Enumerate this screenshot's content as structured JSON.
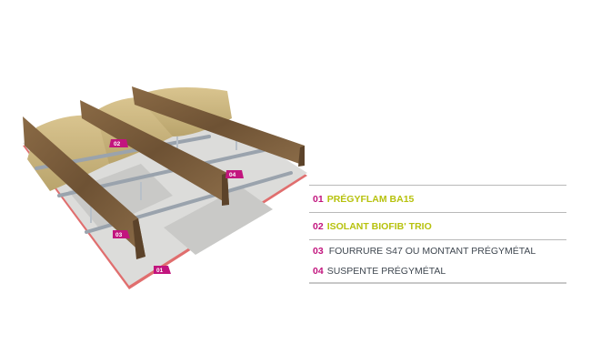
{
  "diagram": {
    "callouts": [
      "01",
      "02",
      "03",
      "04"
    ]
  },
  "legend": {
    "items": [
      {
        "num": "01",
        "label": "PRÉGYFLAM BA15"
      },
      {
        "num": "02",
        "label": "ISOLANT BIOFIB' TRIO"
      },
      {
        "num": "03",
        "label": "FOURRURE S47 OU MONTANT PRÉGYMÉTAL"
      },
      {
        "num": "04",
        "label": "SUSPENTE PRÉGYMÉTAL"
      }
    ]
  },
  "colors": {
    "accent": "#c2157e",
    "highlight": "#b7c20e",
    "text": "#3f4750"
  }
}
